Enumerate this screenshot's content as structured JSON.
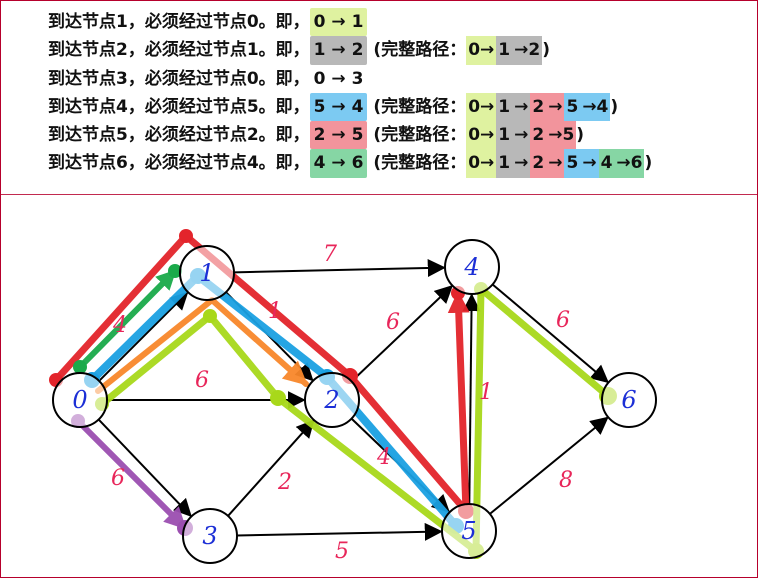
{
  "colors": {
    "lime": "#dff2a0",
    "gray": "#b8b8b8",
    "blue": "#7ccaf2",
    "pink": "#f2949c",
    "green": "#86d6a4",
    "pathLime": "#a8d81a",
    "pathBlue": "#1aa0e2",
    "pathRed": "#e3242b",
    "pathGreen": "#1aaa4a",
    "pathOrange": "#f8872b",
    "pathPurple": "#9b4fb0",
    "edgeLabel": "#e8265a",
    "nodeLabel": "#1c2fd6"
  },
  "lines": [
    {
      "prefix": "到达节点1，必须经过节点0。即，",
      "seg": "0 → 1",
      "segColor": "lime",
      "path_label": "",
      "path_parts": []
    },
    {
      "prefix": "到达节点2，必须经过节点1。即，",
      "seg": "1 → 2",
      "segColor": "gray",
      "path_label": "(完整路径：",
      "path_parts": [
        {
          "t": "0→",
          "c": "lime"
        },
        {
          "t": "1",
          "c": "gray"
        },
        {
          "t": "→2",
          "c": "gray"
        }
      ],
      "path_close": ")"
    },
    {
      "prefix": "到达节点3，必须经过节点0。即，",
      "seg": "0 → 3",
      "segColor": "",
      "path_label": "",
      "path_parts": []
    },
    {
      "prefix": "到达节点4，必须经过节点5。即，",
      "seg": "5 → 4",
      "segColor": "blue",
      "path_label": "(完整路径：",
      "path_parts": [
        {
          "t": "0→",
          "c": "lime"
        },
        {
          "t": "1",
          "c": "gray"
        },
        {
          "t": "→",
          "c": "gray"
        },
        {
          "t": "2",
          "c": "pink"
        },
        {
          "t": "→",
          "c": "pink"
        },
        {
          "t": "5",
          "c": "blue"
        },
        {
          "t": "→4",
          "c": "blue"
        }
      ],
      "path_close": ")"
    },
    {
      "prefix": "到达节点5，必须经过节点2。即，",
      "seg": "2 → 5",
      "segColor": "pink",
      "path_label": "(完整路径：",
      "path_parts": [
        {
          "t": "0→",
          "c": "lime"
        },
        {
          "t": "1",
          "c": "gray"
        },
        {
          "t": "→",
          "c": "gray"
        },
        {
          "t": "2",
          "c": "pink"
        },
        {
          "t": "→5",
          "c": "pink"
        }
      ],
      "path_close": ")"
    },
    {
      "prefix": "到达节点6，必须经过节点4。即，",
      "seg": "4 → 6",
      "segColor": "green",
      "path_label": "(完整路径：",
      "path_parts": [
        {
          "t": "0→",
          "c": "lime"
        },
        {
          "t": "1",
          "c": "gray"
        },
        {
          "t": "→",
          "c": "gray"
        },
        {
          "t": "2",
          "c": "pink"
        },
        {
          "t": "→",
          "c": "pink"
        },
        {
          "t": "5",
          "c": "blue"
        },
        {
          "t": "→",
          "c": "blue"
        },
        {
          "t": "4",
          "c": "green"
        },
        {
          "t": "→6",
          "c": "green"
        }
      ],
      "path_close": ")"
    }
  ],
  "graph": {
    "nodes": [
      {
        "id": "0",
        "label": "0"
      },
      {
        "id": "1",
        "label": "1"
      },
      {
        "id": "2",
        "label": "2"
      },
      {
        "id": "3",
        "label": "3"
      },
      {
        "id": "4",
        "label": "4"
      },
      {
        "id": "5",
        "label": "5"
      },
      {
        "id": "6",
        "label": "6"
      }
    ],
    "edges": [
      {
        "from": "0",
        "to": "1",
        "weight": "4"
      },
      {
        "from": "0",
        "to": "2",
        "weight": "6"
      },
      {
        "from": "0",
        "to": "3",
        "weight": "6"
      },
      {
        "from": "1",
        "to": "4",
        "weight": "7"
      },
      {
        "from": "1",
        "to": "2",
        "weight": "1"
      },
      {
        "from": "2",
        "to": "4",
        "weight": "6"
      },
      {
        "from": "2",
        "to": "5",
        "weight": "4"
      },
      {
        "from": "3",
        "to": "2",
        "weight": "2"
      },
      {
        "from": "3",
        "to": "5",
        "weight": "5"
      },
      {
        "from": "5",
        "to": "4",
        "weight": "1"
      },
      {
        "from": "4",
        "to": "6",
        "weight": "6"
      },
      {
        "from": "5",
        "to": "6",
        "weight": "8"
      }
    ]
  }
}
